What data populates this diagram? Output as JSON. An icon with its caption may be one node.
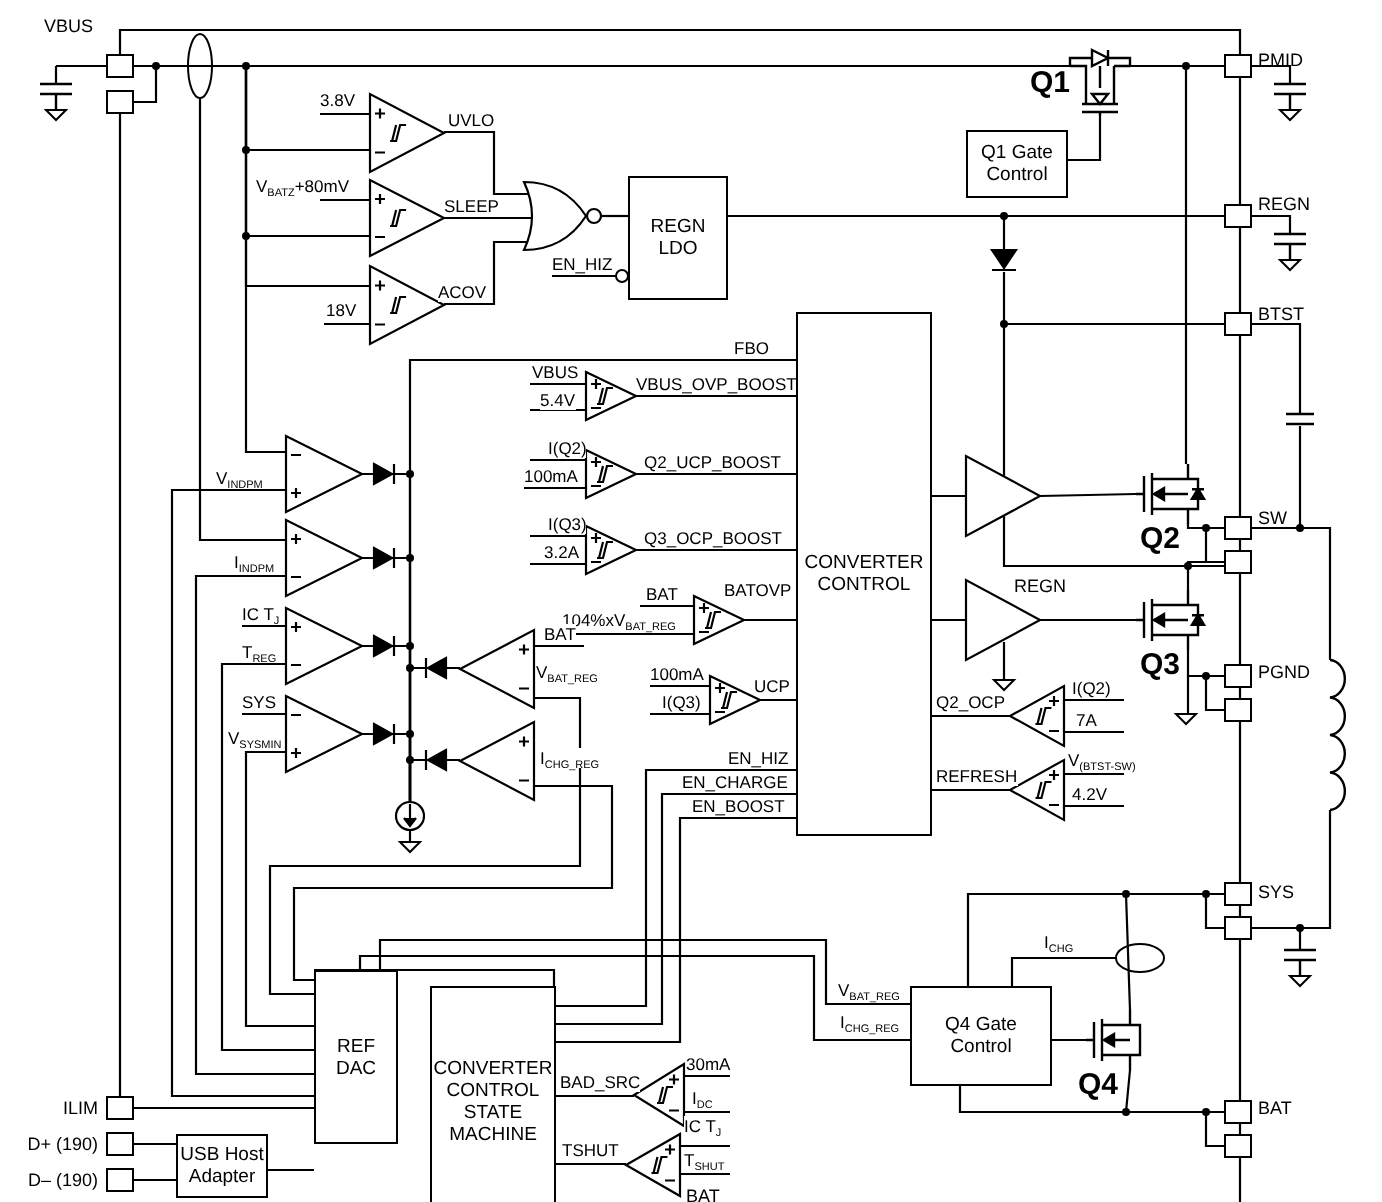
{
  "diagram": {
    "nodes": [
      {
        "text": [
          "VBUS"
        ]
      },
      {
        "text": [],
        "shape": "box"
      },
      {
        "text": [],
        "shape": "transistor",
        "beside": [
          "Q1"
        ]
      },
      {
        "text": [
          "PMID"
        ]
      },
      {
        "text": [
          "Q1 Gate Control"
        ]
      },
      {
        "text": [
          "REGN LDO"
        ]
      },
      {
        "text": [
          "REGN"
        ]
      },
      {
        "text": [
          "BTST"
        ]
      },
      {
        "text": [
          "CONVERTER CONTROL"
        ]
      },
      {
        "text": [],
        "shape": "transistor",
        "beside": [
          "Q2"
        ]
      },
      {
        "text": [
          "SW"
        ]
      },
      {
        "text": [],
        "shape": "box"
      },
      {
        "text": [],
        "shape": "transistor",
        "beside": [
          "Q3"
        ]
      },
      {
        "text": [
          "PGND"
        ]
      },
      {
        "text": [],
        "shape": "box"
      },
      {
        "text": [
          "SYS"
        ]
      },
      {
        "text": [],
        "shape": "box"
      },
      {
        "text": [
          "Q4 Gate Control"
        ]
      },
      {
        "text": [],
        "shape": "transistor",
        "beside": [
          "Q4"
        ]
      },
      {
        "text": [
          "REF DAC"
        ]
      },
      {
        "text": [
          "CONVERTER CONTROL STATE MACHINE"
        ]
      },
      {
        "text": [
          "BAT"
        ]
      },
      {
        "text": [],
        "shape": "box"
      },
      {
        "text": [
          "ILIM"
        ]
      },
      {
        "text": [
          "D+ (190)"
        ]
      },
      {
        "text": [
          "USB Host Adapter"
        ]
      },
      {
        "text": [
          "D– (190)"
        ]
      },
      {
        "text": [],
        "shape": "diode"
      },
      {
        "text": [],
        "shape": "triangle"
      },
      {
        "text": [],
        "shape": "triangle"
      },
      {
        "text": [],
        "shape": "circle"
      },
      {
        "text": [],
        "shape": "triangle"
      },
      {
        "text": [],
        "shape": "triangle"
      },
      {
        "text": [],
        "shape": "triangle"
      },
      {
        "text": [],
        "shape": "gate"
      },
      {
        "text": [],
        "shape": "triangle"
      },
      {
        "text": [],
        "shape": "triangle"
      },
      {
        "text": [],
        "shape": "triangle"
      },
      {
        "text": [],
        "shape": "triangle"
      },
      {
        "text": [],
        "shape": "triangle"
      },
      {
        "text": [],
        "shape": "triangle"
      },
      {
        "text": [],
        "shape": "triangle"
      },
      {
        "text": [],
        "shape": "triangle"
      },
      {
        "text": [],
        "shape": "triangle"
      },
      {
        "text": [],
        "shape": "triangle"
      },
      {
        "text": [],
        "shape": "triangle"
      },
      {
        "text": [],
        "shape": "triangle"
      },
      {
        "text": [],
        "shape": "triangle"
      },
      {
        "text": [],
        "shape": "triangle"
      },
      {
        "text": [],
        "shape": "triangle"
      },
      {
        "text": [],
        "shape": "ellipse"
      },
      {
        "text": [],
        "shape": "ellipse"
      },
      {
        "text": [],
        "shape": "inductor"
      },
      {
        "text": [],
        "shape": "capacitor"
      }
    ],
    "edges": [
      {
        "from": 0,
        "to": 1,
        "arrow": "none"
      },
      {
        "from": 0,
        "to": 2,
        "arrow": "none"
      },
      {
        "from": 2,
        "to": 3,
        "arrow": "none"
      },
      {
        "from": 4,
        "to": 2,
        "arrow": "none"
      },
      {
        "from": 5,
        "to": 6,
        "arrow": "none"
      },
      {
        "from": 9,
        "to": 10,
        "arrow": "none"
      },
      {
        "from": 10,
        "to": 11,
        "arrow": "none"
      },
      {
        "from": 12,
        "to": 11,
        "arrow": "none"
      },
      {
        "from": 12,
        "to": 13,
        "arrow": "none"
      },
      {
        "from": 13,
        "to": 14,
        "arrow": "none"
      },
      {
        "from": 15,
        "to": 16,
        "arrow": "none"
      },
      {
        "from": 17,
        "to": 18,
        "arrow": "none"
      },
      {
        "from": 18,
        "to": 15,
        "arrow": "none"
      },
      {
        "from": 18,
        "to": 21,
        "arrow": "none"
      },
      {
        "from": 17,
        "to": 15,
        "arrow": "none"
      },
      {
        "from": 17,
        "to": 21,
        "arrow": "none"
      },
      {
        "from": 21,
        "to": 22,
        "arrow": "none"
      },
      {
        "from": 19,
        "to": 23,
        "arrow": "none"
      },
      {
        "from": 25,
        "to": 24,
        "arrow": "none"
      },
      {
        "from": 25,
        "to": 26,
        "arrow": "none"
      },
      {
        "from": 20,
        "to": 8,
        "label": "EN_HIZ",
        "arrow": "none"
      },
      {
        "from": 20,
        "to": 8,
        "label": "EN_CHARGE",
        "arrow": "none"
      },
      {
        "from": 20,
        "to": 8,
        "label": "EN_BOOST",
        "arrow": "none"
      },
      {
        "from": 3,
        "to": 9,
        "arrow": "none"
      },
      {
        "from": 5,
        "to": 27,
        "arrow": "none"
      },
      {
        "from": 27,
        "to": 7,
        "arrow": "none"
      },
      {
        "from": 7,
        "to": 28,
        "arrow": "none"
      },
      {
        "from": 8,
        "to": 28,
        "arrow": "none"
      },
      {
        "from": 28,
        "to": 9,
        "arrow": "none"
      },
      {
        "from": 28,
        "to": 11,
        "arrow": "none"
      },
      {
        "from": 8,
        "to": 29,
        "arrow": "none"
      },
      {
        "from": 29,
        "to": 12,
        "arrow": "none"
      },
      {
        "from": 8,
        "to": 30,
        "label": "FBO",
        "arrow": "none"
      },
      {
        "from": 40,
        "to": 30,
        "arrow": "none"
      },
      {
        "from": 41,
        "to": 30,
        "arrow": "none"
      },
      {
        "from": 42,
        "to": 30,
        "arrow": "none"
      },
      {
        "from": 43,
        "to": 30,
        "arrow": "none"
      },
      {
        "from": 44,
        "to": 30,
        "arrow": "none"
      },
      {
        "from": 45,
        "to": 30,
        "arrow": "none"
      },
      {
        "from": 0,
        "to": 31,
        "arrow": "none"
      },
      {
        "from": 0,
        "to": 32,
        "arrow": "none"
      },
      {
        "from": 0,
        "to": 33,
        "arrow": "none"
      },
      {
        "from": 0,
        "to": 40,
        "arrow": "none"
      },
      {
        "from": 50,
        "to": 41,
        "arrow": "none"
      },
      {
        "from": 31,
        "to": 34,
        "label": "UVLO",
        "arrow": "none"
      },
      {
        "from": 32,
        "to": 34,
        "label": "SLEEP",
        "arrow": "none"
      },
      {
        "from": 33,
        "to": 34,
        "label": "ACOV",
        "arrow": "none"
      },
      {
        "from": 34,
        "to": 5,
        "arrow": "none"
      },
      {
        "from": 35,
        "to": 8,
        "label": "VBUS_OVP_BOOST",
        "arrow": "none"
      },
      {
        "from": 36,
        "to": 8,
        "label": "Q2_UCP_BOOST",
        "arrow": "none"
      },
      {
        "from": 37,
        "to": 8,
        "label": "Q3_OCP_BOOST",
        "arrow": "none"
      },
      {
        "from": 38,
        "to": 8,
        "label": "BATOVP",
        "arrow": "none"
      },
      {
        "from": 39,
        "to": 8,
        "label": "UCP",
        "arrow": "none"
      },
      {
        "from": 19,
        "to": 40,
        "label": "V$_{INDPM}$",
        "arrow": "none"
      },
      {
        "from": 19,
        "to": 41,
        "label": "I$_{INDPM}$",
        "arrow": "none"
      },
      {
        "from": 19,
        "to": 42,
        "label": "T$_{REG}$",
        "arrow": "none"
      },
      {
        "from": 19,
        "to": 43,
        "label": "V$_{SYSMIN}$",
        "arrow": "none"
      },
      {
        "from": 19,
        "to": 44,
        "label": "V$_{BAT_REG}$",
        "arrow": "none"
      },
      {
        "from": 19,
        "to": 45,
        "label": "I$_{CHG_REG}$",
        "arrow": "none"
      },
      {
        "from": 46,
        "to": 8,
        "label": "Q2_OCP",
        "arrow": "none"
      },
      {
        "from": 47,
        "to": 8,
        "label": "REFRESH",
        "arrow": "none"
      },
      {
        "from": 48,
        "to": 20,
        "label": "BAD_SRC",
        "arrow": "none"
      },
      {
        "from": 49,
        "to": 20,
        "label": "TSHUT",
        "arrow": "none"
      },
      {
        "from": 19,
        "to": 17,
        "label": "V$_{BAT_REG}$",
        "arrow": "none"
      },
      {
        "from": 19,
        "to": 17,
        "label": "I$_{CHG_REG}$",
        "arrow": "none"
      },
      {
        "from": 17,
        "to": 51,
        "label": "I$_{CHG}$",
        "arrow": "none"
      },
      {
        "from": 10,
        "to": 52,
        "arrow": "none"
      },
      {
        "from": 52,
        "to": 16,
        "arrow": "none"
      },
      {
        "from": 7,
        "to": 53,
        "arrow": "none"
      },
      {
        "from": 53,
        "to": 10,
        "arrow": "none"
      },
      {
        "from": 25,
        "to": null,
        "arrow": "none"
      },
      {
        "from": null,
        "to": 31,
        "label": "3.8V",
        "arrow": "none"
      },
      {
        "from": null,
        "to": 32,
        "label": "V$_{BATZ}$+80mV",
        "arrow": "none"
      },
      {
        "from": null,
        "to": 33,
        "label": "18V",
        "arrow": "none"
      },
      {
        "from": null,
        "to": 5,
        "label": "EN_HIZ",
        "arrow": "other"
      },
      {
        "from": null,
        "to": 35,
        "label": "VBUS",
        "arrow": "none"
      },
      {
        "from": null,
        "to": 35,
        "label": "5.4V",
        "arrow": "none"
      },
      {
        "from": null,
        "to": 36,
        "label": "I(Q2)",
        "arrow": "none"
      },
      {
        "from": null,
        "to": 36,
        "label": "100mA",
        "arrow": "none"
      },
      {
        "from": null,
        "to": 37,
        "label": "I(Q3)",
        "arrow": "none"
      },
      {
        "from": null,
        "to": 37,
        "label": "3.2A",
        "arrow": "none"
      },
      {
        "from": null,
        "to": 38,
        "label": "BAT",
        "arrow": "none"
      },
      {
        "from": null,
        "to": 38,
        "label": "104%xV$_{BAT_REG}$",
        "arrow": "none"
      },
      {
        "from": null,
        "to": 39,
        "label": "100mA",
        "arrow": "none"
      },
      {
        "from": null,
        "to": 39,
        "label": "I(Q3)",
        "arrow": "none"
      },
      {
        "from": null,
        "to": 42,
        "label": "IC T$_{J}$",
        "arrow": "none"
      },
      {
        "from": null,
        "to": 43,
        "label": "SYS",
        "arrow": "none"
      },
      {
        "from": null,
        "to": 44,
        "label": "BAT",
        "arrow": "none"
      },
      {
        "from": null,
        "to": 46,
        "label": "I(Q2)",
        "arrow": "none"
      },
      {
        "from": null,
        "to": 46,
        "label": "7A",
        "arrow": "none"
      },
      {
        "from": null,
        "to": 47,
        "label": "V$_{(BTST-SW)}$",
        "arrow": "none"
      },
      {
        "from": null,
        "to": 47,
        "label": "4.2V",
        "arrow": "none"
      },
      {
        "from": null,
        "to": 48,
        "label": "30mA",
        "arrow": "none"
      },
      {
        "from": null,
        "to": 48,
        "label": "I$_{DC}$",
        "arrow": "none"
      },
      {
        "from": null,
        "to": 49,
        "label": "IC T$_{J}$",
        "arrow": "none"
      },
      {
        "from": null,
        "to": 49,
        "label": "T$_{SHUT}$",
        "arrow": "none"
      }
    ],
    "labels": [
      "REGN",
      "BAT"
    ]
  }
}
